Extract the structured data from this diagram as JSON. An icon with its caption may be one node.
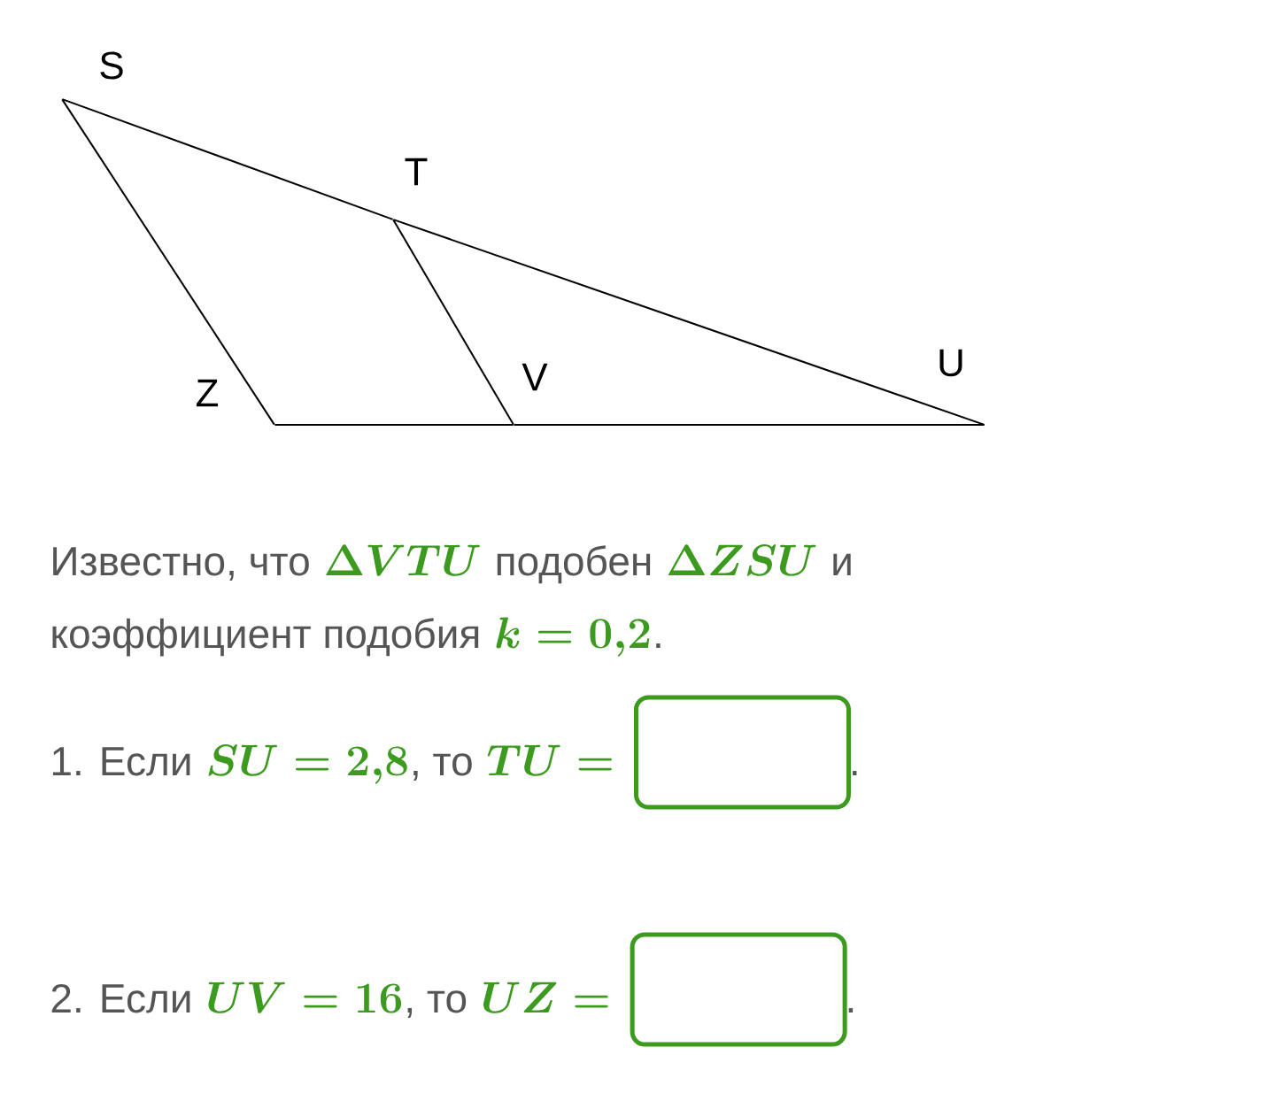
{
  "diagram": {
    "nodes": [
      {
        "text": [],
        "shape": "point",
        "beside": [
          "S"
        ]
      },
      {
        "text": [],
        "shape": "point",
        "beside": [
          "T"
        ]
      },
      {
        "text": [],
        "shape": "point",
        "beside": [
          "U"
        ]
      },
      {
        "text": [],
        "shape": "point",
        "beside": [
          "V"
        ]
      },
      {
        "text": [],
        "shape": "point",
        "beside": [
          "Z"
        ]
      }
    ],
    "edges": [
      {
        "from": 0,
        "to": 1,
        "arrow": "none"
      },
      {
        "from": 1,
        "to": 2,
        "arrow": "none"
      },
      {
        "from": 0,
        "to": 4,
        "arrow": "none"
      },
      {
        "from": 4,
        "to": 3,
        "arrow": "none"
      },
      {
        "from": 3,
        "to": 2,
        "arrow": "none"
      },
      {
        "from": 1,
        "to": 3,
        "arrow": "none"
      }
    ],
    "labels": [
      "Известно, что",
      "\\Delta VTU",
      "подобен",
      "\\Delta ZSU",
      "и",
      "коэффициент подобия",
      "k=0{,}2",
      ".",
      "1. Если",
      "SU=2{,}8",
      ", то",
      "TU=",
      ".",
      "2. Если",
      "UV=16",
      ", то",
      "UZ=",
      "."
    ]
  }
}
